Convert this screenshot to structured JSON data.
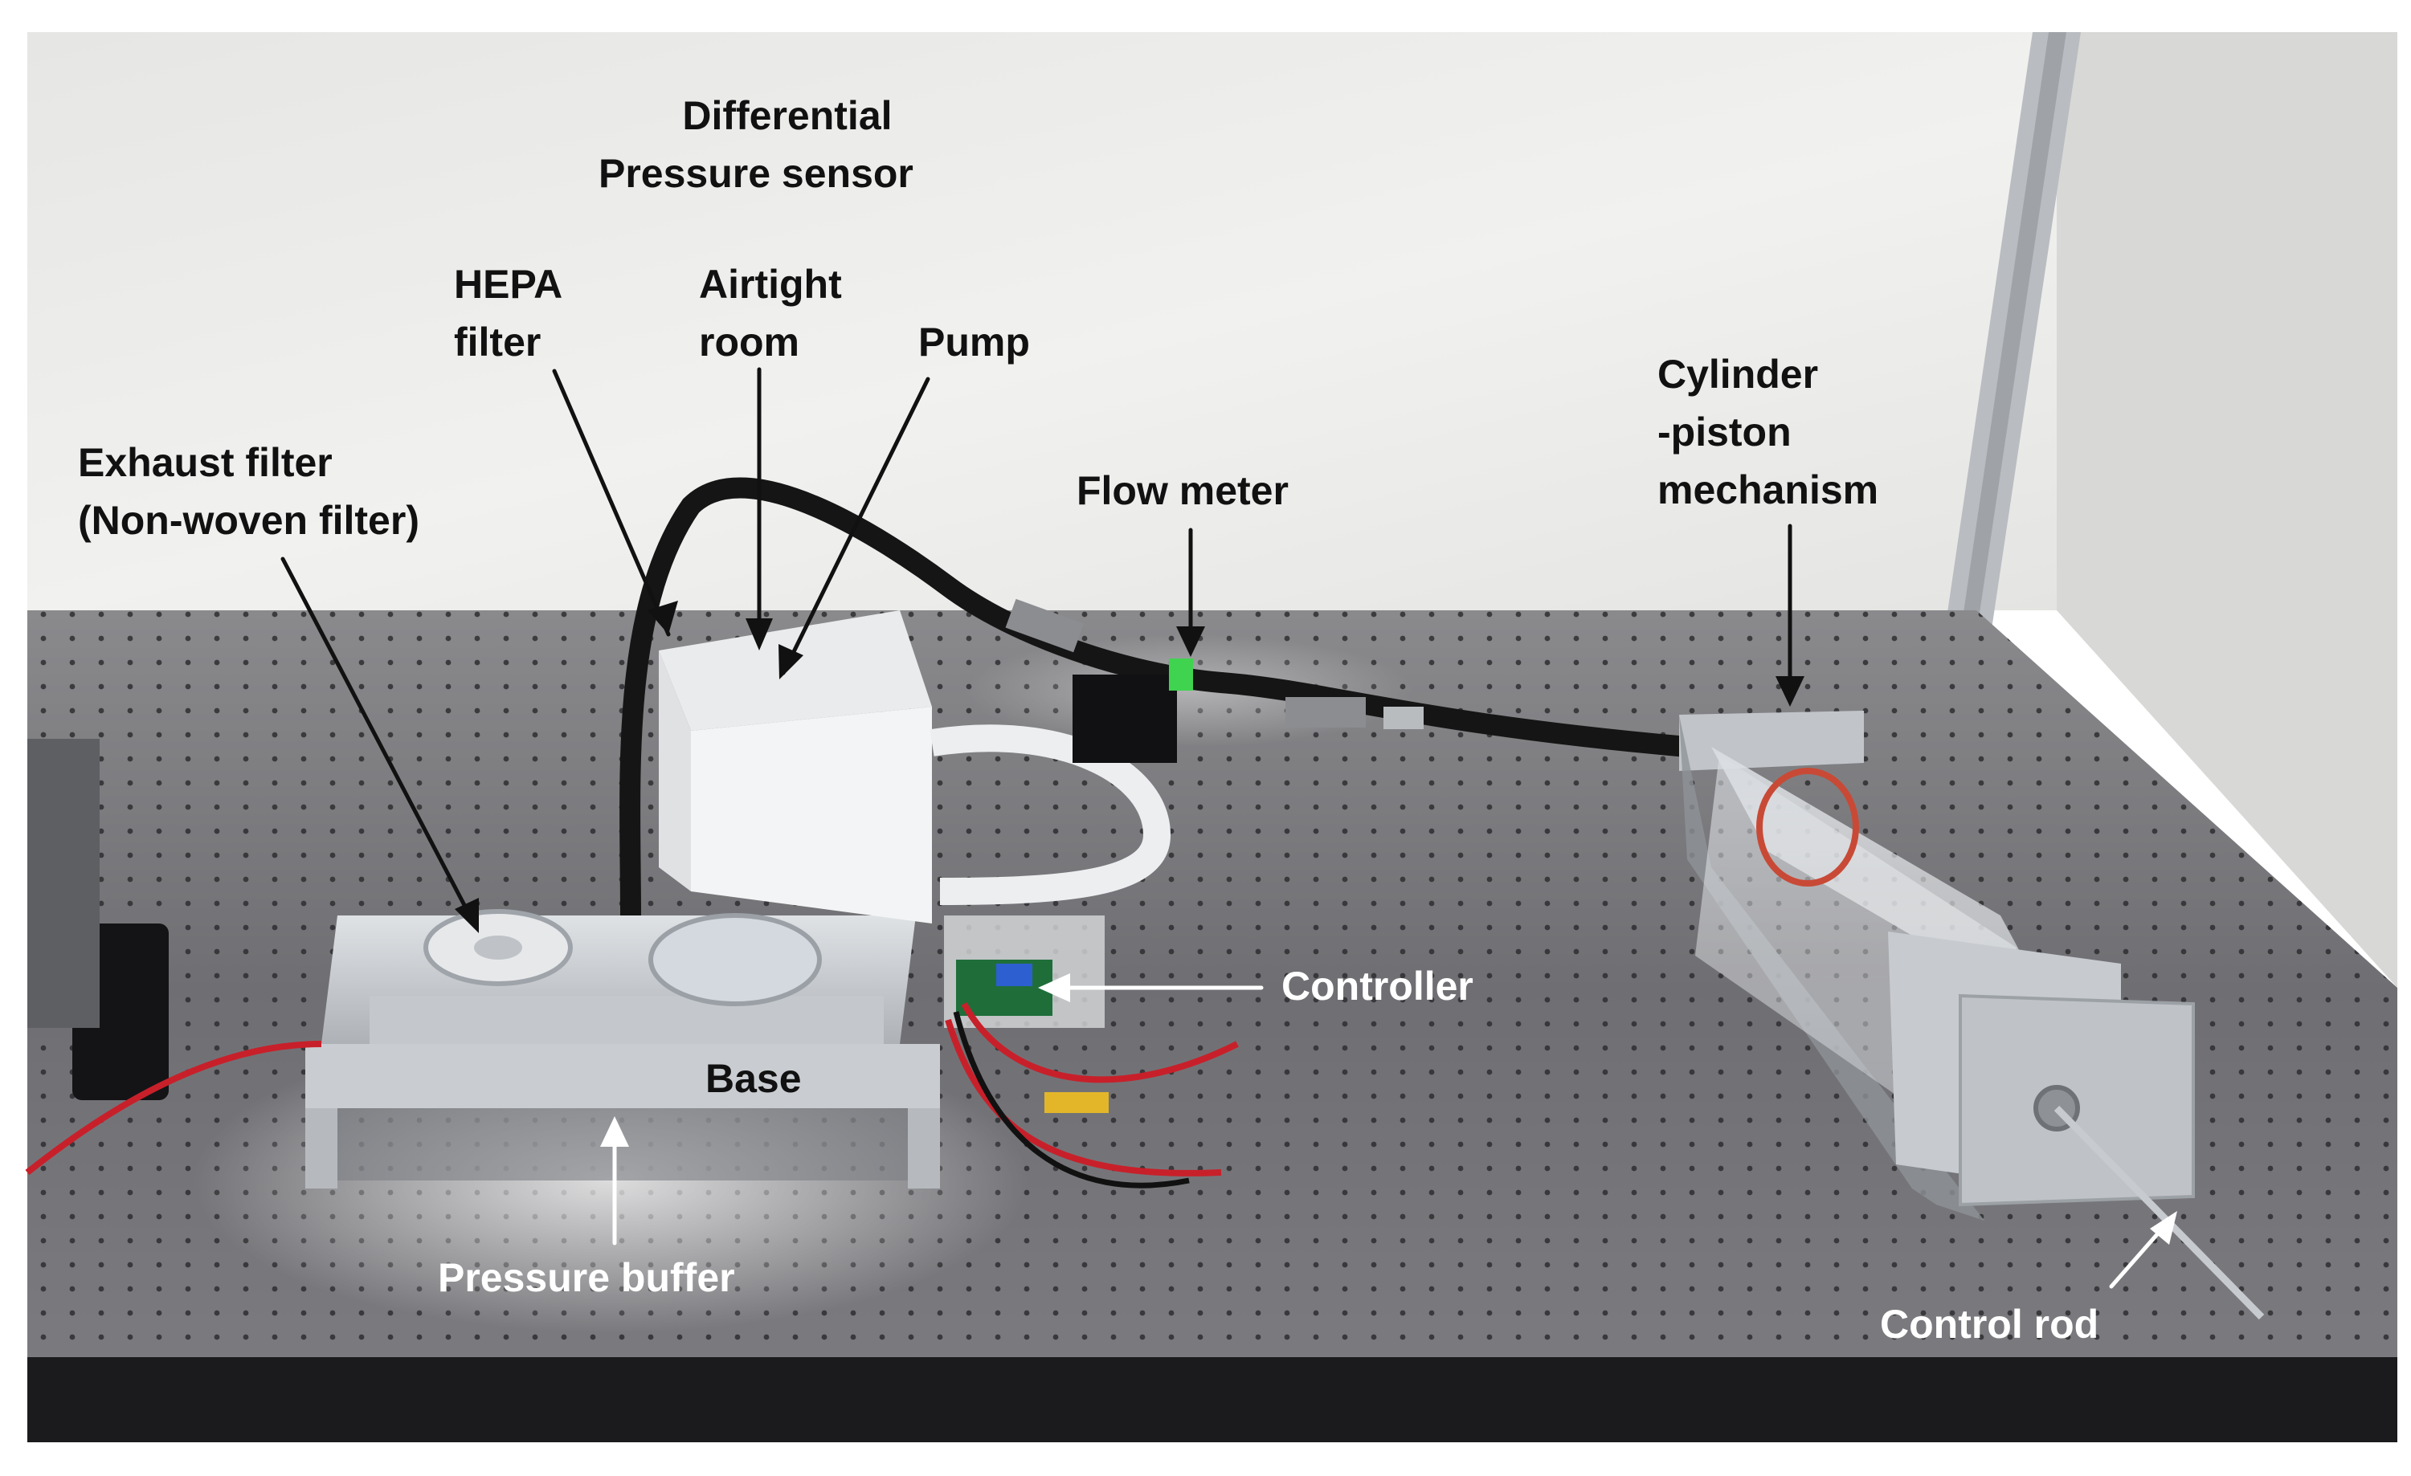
{
  "labels": {
    "dp_sensor": [
      "Differential",
      "Pressure sensor"
    ],
    "hepa": [
      "HEPA",
      "filter"
    ],
    "airtight": [
      "Airtight",
      "room"
    ],
    "pump": "Pump",
    "exhaust": [
      "Exhaust filter",
      "(Non-woven filter)"
    ],
    "flow_meter": "Flow meter",
    "cylinder": [
      "Cylinder",
      "-piston",
      "mechanism"
    ],
    "controller": "Controller",
    "base": "Base",
    "pressure_buffer": "Pressure buffer",
    "control_rod": "Control rod"
  },
  "colors": {
    "wall": "#ececea",
    "table_top": "#77777a",
    "table_edge": "#1b1b1d",
    "aluminum": "#cdd0d4",
    "tubing": "#151515",
    "arrow_dark": "#111111",
    "arrow_light": "#ffffff",
    "red_wire": "#c8202a"
  }
}
